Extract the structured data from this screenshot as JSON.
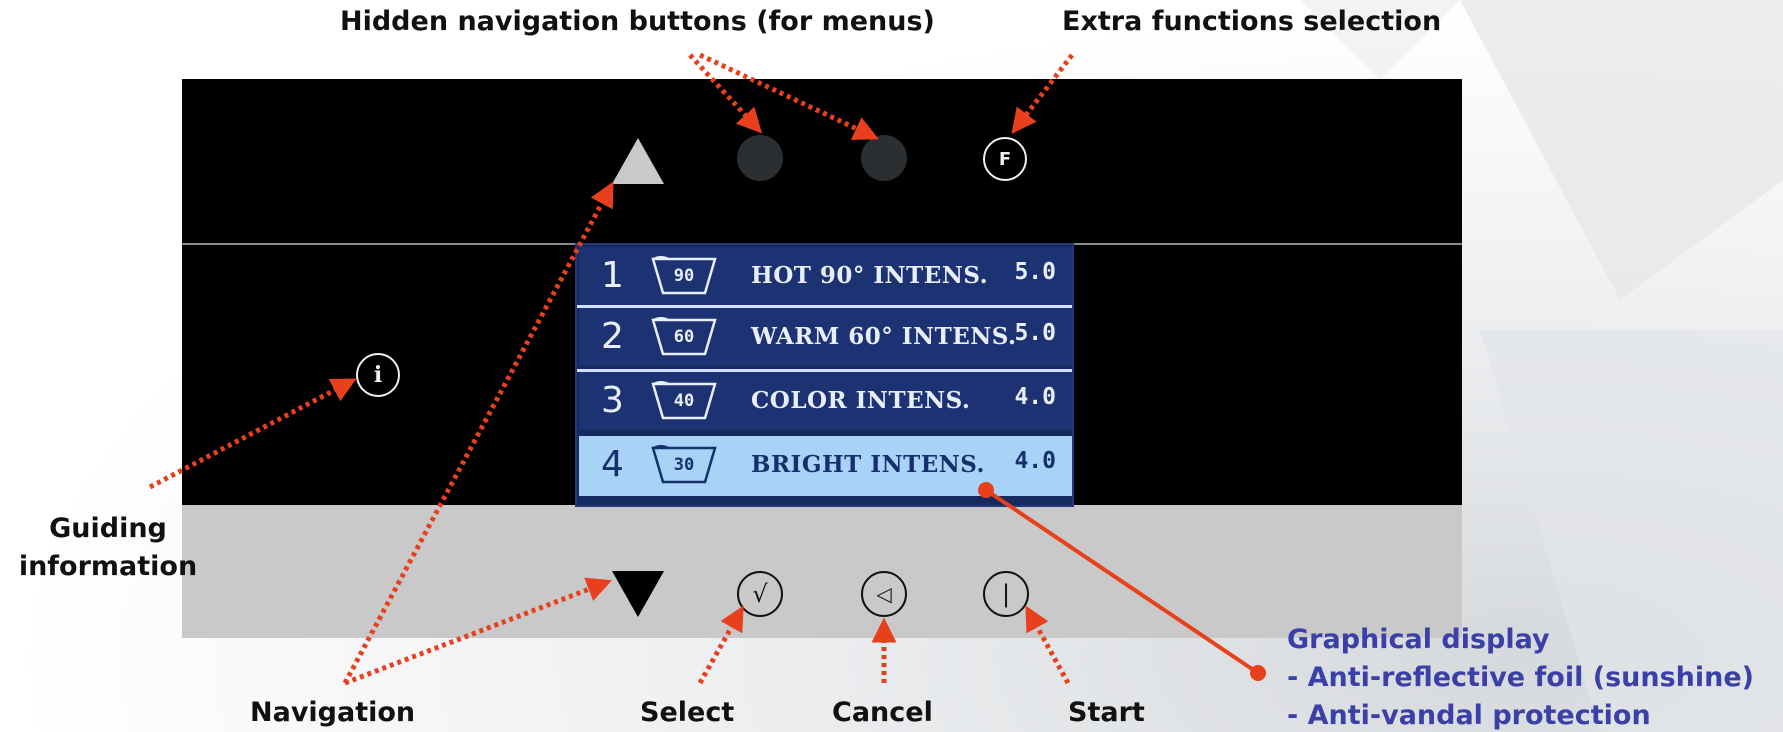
{
  "labels": {
    "hidden_nav": "Hidden navigation buttons (for menus)",
    "extra_functions": "Extra functions selection",
    "guiding_info_line1": "Guiding",
    "guiding_info_line2": "information",
    "navigation": "Navigation",
    "select": "Select",
    "cancel": "Cancel",
    "start": "Start",
    "graphical_display": "Graphical display",
    "feature_1": "- Anti-reflective foil (sunshine)",
    "feature_2": "- Anti-vandal protection"
  },
  "display": {
    "programs": [
      {
        "number": "1",
        "temp": "90",
        "name": "HOT 90° INTENS.",
        "value": "5.0",
        "selected": false
      },
      {
        "number": "2",
        "temp": "60",
        "name": "WARM 60° INTENS.",
        "value": "5.0",
        "selected": false
      },
      {
        "number": "3",
        "temp": "40",
        "name": "COLOR INTENS.",
        "value": "4.0",
        "selected": false
      },
      {
        "number": "4",
        "temp": "30",
        "name": "BRIGHT INTENS.",
        "value": "4.0",
        "selected": true
      }
    ]
  },
  "buttons": {
    "f_label": "F",
    "info_label": "i",
    "select_glyph": "√",
    "cancel_glyph": "◁",
    "start_glyph": "|"
  },
  "colors": {
    "annotation_arrow": "#e8401c",
    "display_bg": "#1c3272",
    "display_selected": "#a9d3f6",
    "feature_text": "#3b3fa8"
  }
}
